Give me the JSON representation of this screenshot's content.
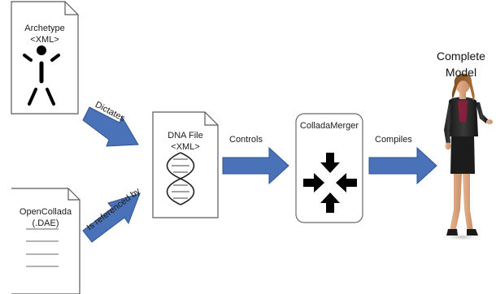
{
  "archetype": {
    "title": "Archetype",
    "subtitle": "<XML>"
  },
  "opencollada": {
    "title": "OpenCollada",
    "subtitle": "(.DAE)"
  },
  "dna_file": {
    "title": "DNA File",
    "subtitle": "<XML>"
  },
  "merger": {
    "title": "ColladaMerger"
  },
  "result": {
    "line1": "Complete",
    "line2": "Model"
  },
  "arrows": {
    "dictates": "Dictates",
    "referenced": "Is referenced by",
    "controls": "Controls",
    "compiles": "Compiles"
  },
  "colors": {
    "arrow": "#4a72b8",
    "arrow_edge": "#2f528f",
    "doc_border": "#5a5a5a",
    "text": "#1a1a1a"
  }
}
